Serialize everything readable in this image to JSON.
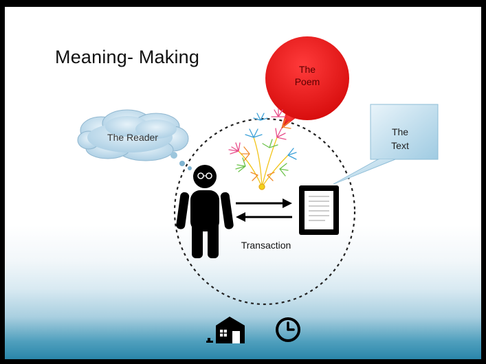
{
  "slide": {
    "title": "Meaning- Making"
  },
  "diagram": {
    "poem_bubble": {
      "line1": "The",
      "line2": "Poem",
      "color": "#ee1c1c"
    },
    "reader_cloud": {
      "label": "The Reader",
      "color": "#bcd9ea"
    },
    "text_callout": {
      "line1": "The",
      "line2": "Text",
      "color": "#cfe6f2"
    },
    "transaction_label": "Transaction"
  },
  "nav": {
    "home_icon": "home-icon",
    "clock_icon": "clock-icon"
  },
  "colors": {
    "background_bottom": "#2a86aa",
    "figure": "#000000"
  }
}
